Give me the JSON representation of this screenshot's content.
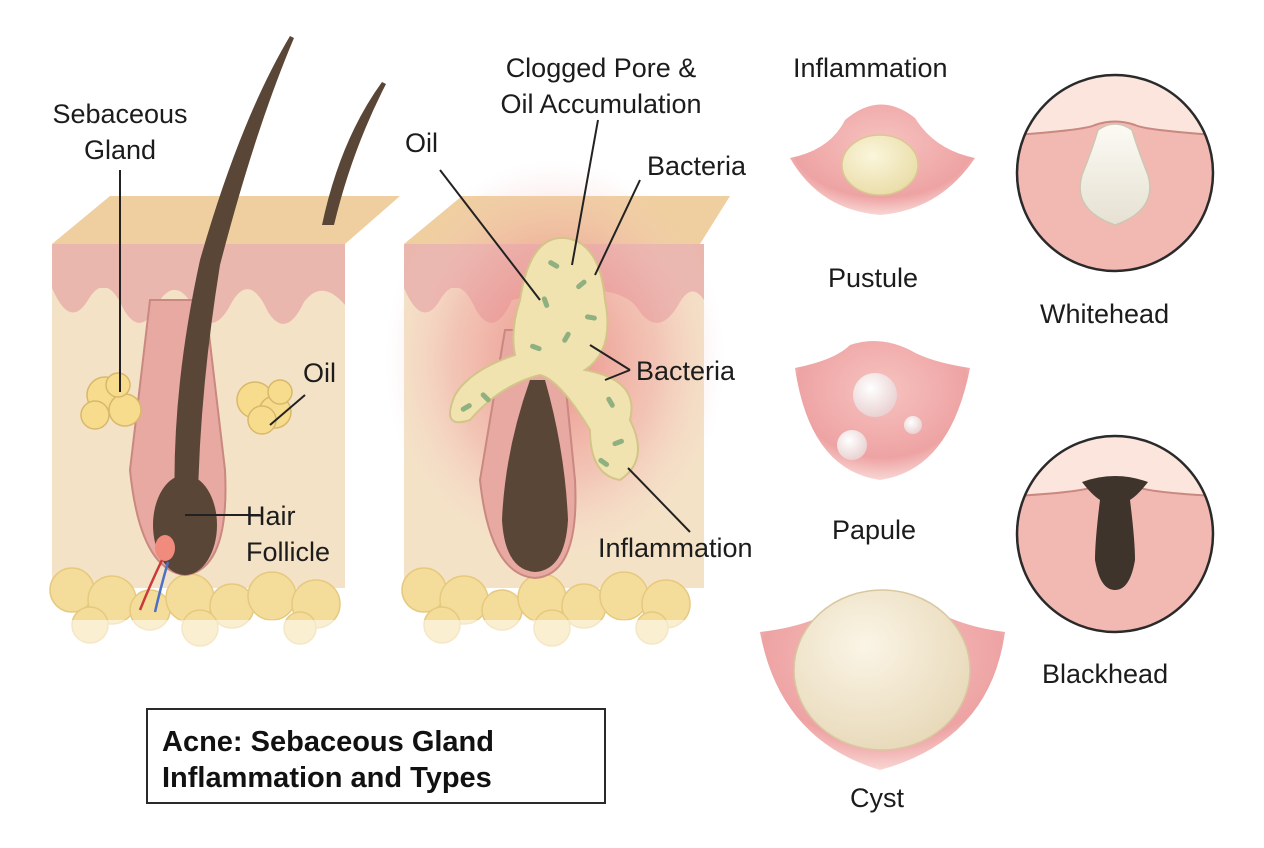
{
  "diagram": {
    "title": "Acne: Sebaceous Gland\nInflammation and Types",
    "normal_follicle": {
      "sebaceous_gland": "Sebaceous\nGland",
      "oil": "Oil",
      "hair_follicle": "Hair\nFollicle"
    },
    "clogged_follicle": {
      "clogged_pore": "Clogged Pore &\nOil Accumulation",
      "oil": "Oil",
      "bacteria_top": "Bacteria",
      "bacteria_mid": "Bacteria",
      "inflammation": "Inflammation"
    },
    "inflammation_types": {
      "heading": "Inflammation",
      "pustule": "Pustule",
      "papule": "Papule",
      "cyst": "Cyst"
    },
    "comedones": {
      "whitehead": "Whitehead",
      "blackhead": "Blackhead"
    },
    "colors": {
      "skin_top": "#efcf9f",
      "epidermis": "#e9b7ae",
      "dermis": "#f4e2c6",
      "fat": "#f4dc9a",
      "hair": "#5a4636",
      "inflamed": "#e87f7f",
      "sebum": "#f0e3b0",
      "bacteria": "#8fb07f"
    }
  }
}
